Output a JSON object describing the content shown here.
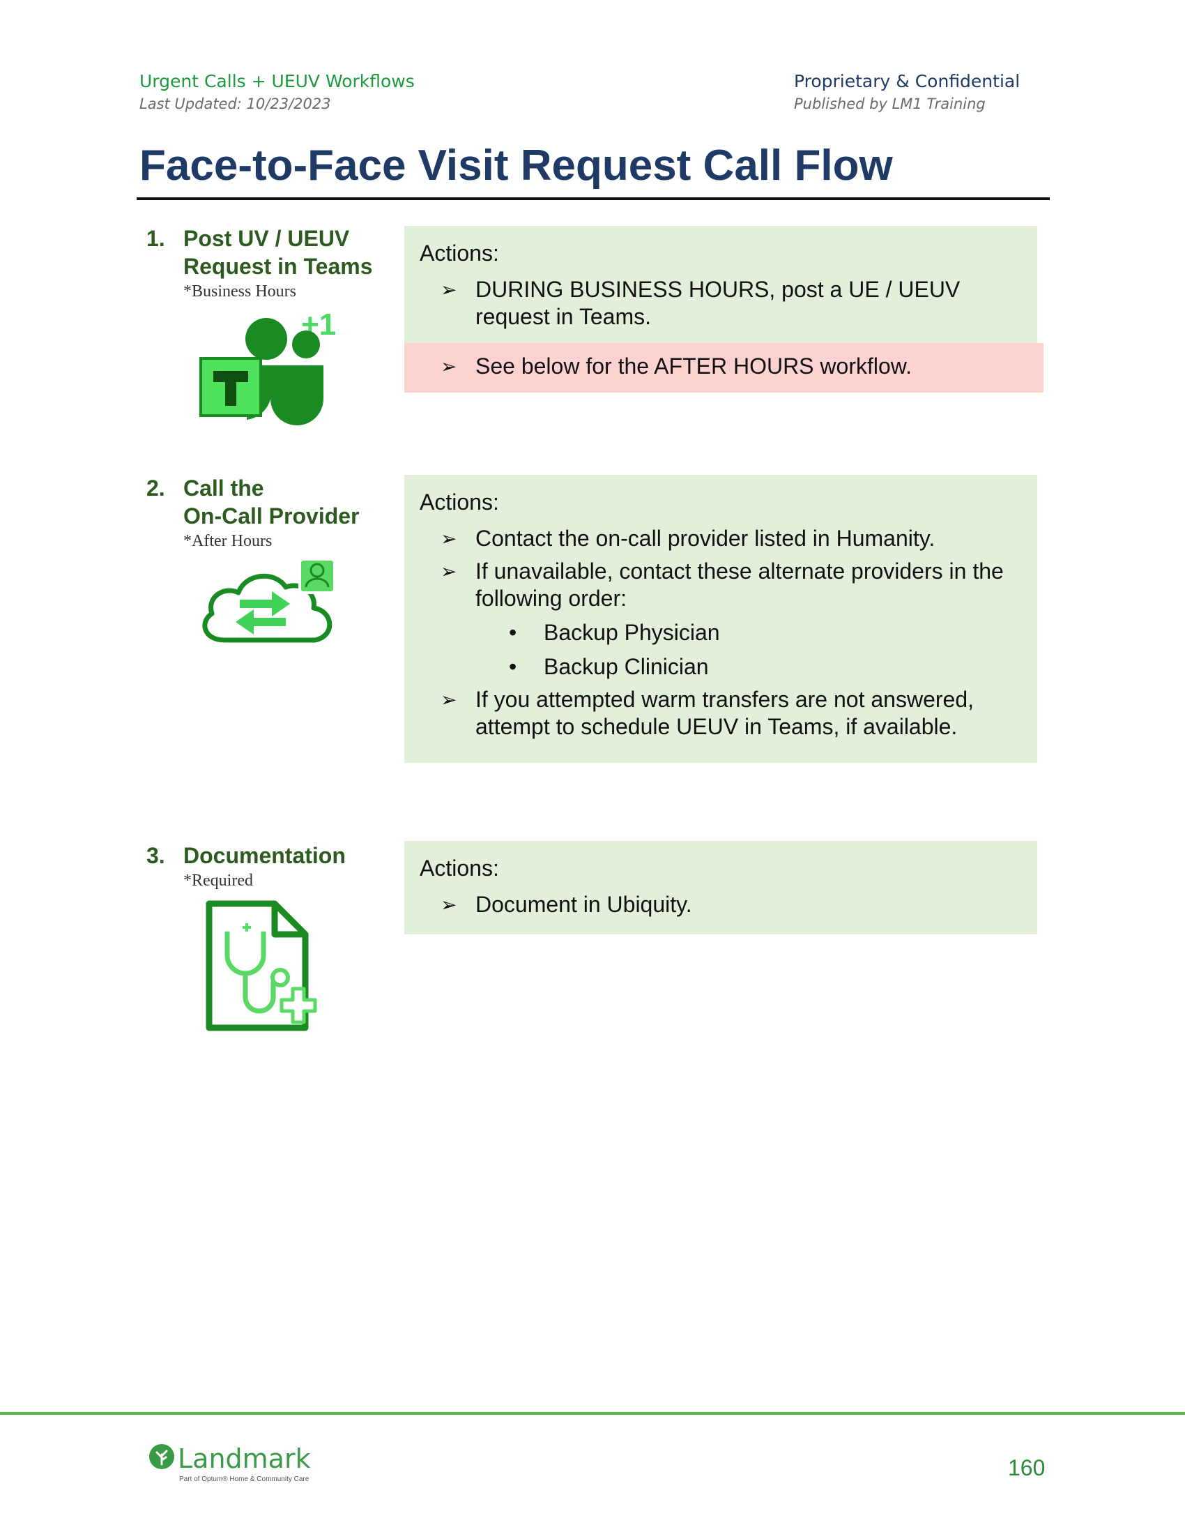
{
  "header": {
    "doc_title": "Urgent Calls + UEUV Workflows",
    "last_updated": "Last Updated: 10/23/2023",
    "classification": "Proprietary & Confidential",
    "publisher": "Published by LM1 Training"
  },
  "page_title": "Face-to-Face Visit Request Call Flow",
  "steps": [
    {
      "number": "1.",
      "title_line1": "Post UV / UEUV",
      "title_line2": "Request in Teams",
      "note": "*Business Hours",
      "icon": "teams-icon",
      "actions_label": "Actions:",
      "actions": [
        "DURING BUSINESS HOURS, post a UE / UEUV request in Teams."
      ],
      "alert": "See below for the AFTER HOURS workflow."
    },
    {
      "number": "2.",
      "title_line1": "Call the",
      "title_line2": "On-Call Provider",
      "note": "*After Hours",
      "icon": "cloud-transfer-icon",
      "actions_label": "Actions:",
      "actions": [
        "Contact the on-call provider listed in Humanity.",
        "If unavailable, contact these alternate providers in the following order:",
        "If you attempted warm transfers are not answered, attempt to schedule UEUV in Teams, if available."
      ],
      "sub_bullets": [
        "Backup Physician",
        "Backup Clinician"
      ]
    },
    {
      "number": "3.",
      "title_line1": "Documentation",
      "note": "*Required",
      "icon": "medical-document-icon",
      "actions_label": "Actions:",
      "actions": [
        "Document in Ubiquity."
      ]
    }
  ],
  "footer": {
    "brand": "Landmark",
    "tagline": "Part of Optum® Home & Community Care",
    "page_number": "160"
  },
  "colors": {
    "title_navy": "#1f3a64",
    "step_green": "#2d5a1f",
    "box_green": "#e2efda",
    "alert_pink": "#fdd3d2",
    "footer_green": "#52b848"
  }
}
